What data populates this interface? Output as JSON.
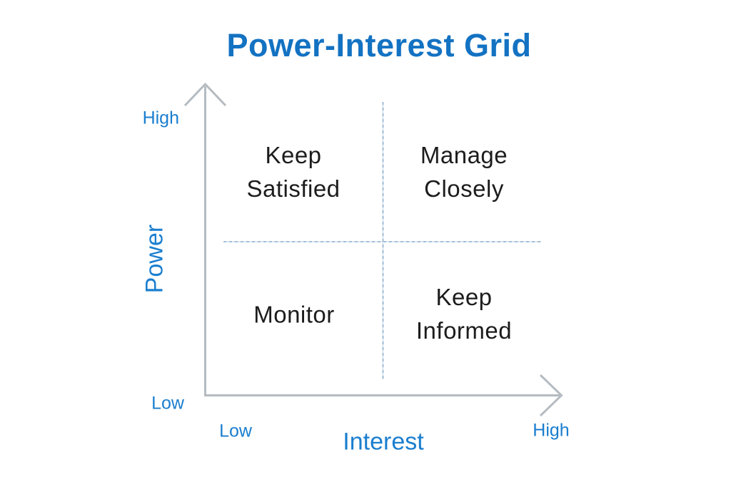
{
  "title": "Power-Interest Grid",
  "y_axis": {
    "label": "Power",
    "high_label": "High",
    "low_label": "Low"
  },
  "x_axis": {
    "label": "Interest",
    "low_label": "Low",
    "high_label": "High"
  },
  "quadrants": [
    {
      "id": "keep-satisfied",
      "position": "top-left",
      "lines": [
        "Keep",
        "Satisfied"
      ]
    },
    {
      "id": "manage-closely",
      "position": "top-right",
      "lines": [
        "Manage",
        "Closely"
      ]
    },
    {
      "id": "monitor",
      "position": "bottom-left",
      "lines": [
        "Monitor"
      ]
    },
    {
      "id": "keep-informed",
      "position": "bottom-right",
      "lines": [
        "Keep",
        "Informed"
      ]
    }
  ],
  "colors": {
    "title_blue": "#1372c2",
    "label_blue": "#1a7ecf",
    "quadrant_text": "#1c1c1c",
    "axis_gray": "#b5bbc1",
    "divider_light": "#dbe7f2",
    "divider_dash": "#93b2cd"
  }
}
